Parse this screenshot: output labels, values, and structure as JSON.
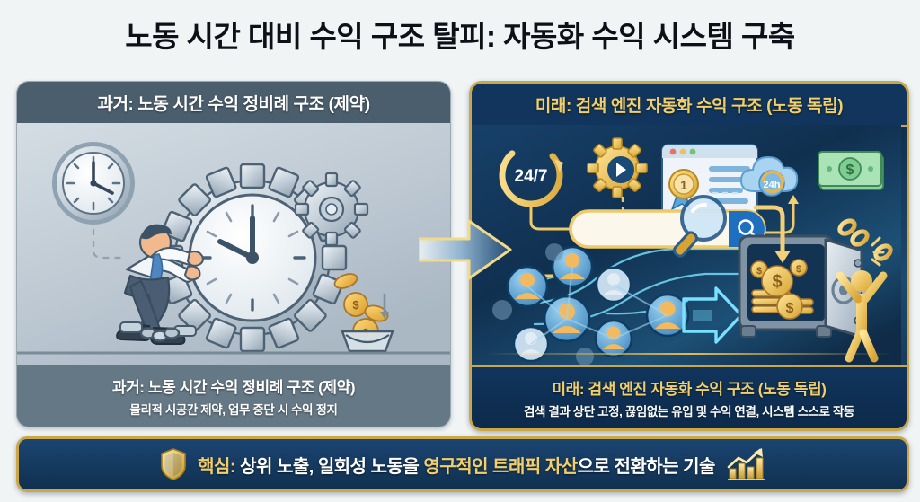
{
  "title": "노동 시간 대비 수익 구조 탈피: 자동화 수익 시스템 구축",
  "colors": {
    "background": "#f1f4f5",
    "past_panel_bg": "#bcc8d2",
    "past_header_bg": "#4b5e6d",
    "future_panel_bg": "#163b63",
    "future_header_bg": "#11355c",
    "gold_border": "#caa84a",
    "gold_text": "#f2cf6b",
    "banner_bg": "#1b4572"
  },
  "left_panel": {
    "header": "과거: 노동 시간 수익 정비례 구조 (제약)",
    "caption_title": "과거: 노동 시간 수익 정비례 구조 (제약)",
    "caption_sub": "물리적 시공간 제약, 업무 중단 시 수익 정지",
    "icons": [
      {
        "name": "wall-clock-icon",
        "label": "벽시계"
      },
      {
        "name": "worker-pushing-gear-icon",
        "label": "기어를 미는 노동자"
      },
      {
        "name": "chain-shackle-icon",
        "label": "족쇄와 사슬"
      },
      {
        "name": "gear-clock-icon",
        "label": "시계 톱니바퀴"
      },
      {
        "name": "small-gear-icon",
        "label": "작은 톱니바퀴"
      },
      {
        "name": "falling-coins-icon",
        "label": "떨어지는 동전"
      },
      {
        "name": "bucket-icon",
        "label": "양동이"
      }
    ]
  },
  "right_panel": {
    "header": "미래: 검색 엔진 자동화 수익 구조 (노동 독립)",
    "caption_title": "미래: 검색 엔진 자동화 수익 구조 (노동 독립)",
    "caption_sub": "검색 결과 상단 고정, 끊임없는 유입 및 수익 연결, 시스템 스스로 작동",
    "badges": {
      "always_on": "24/7",
      "cloud": "24h",
      "rank": "1"
    },
    "icons": [
      {
        "name": "always-on-loop-icon",
        "label": "24/7 순환 화살표"
      },
      {
        "name": "automation-gear-play-icon",
        "label": "재생 버튼 톱니바퀴"
      },
      {
        "name": "browser-window-icon",
        "label": "브라우저 창"
      },
      {
        "name": "rank-one-ribbon-icon",
        "label": "1위 리본 배지"
      },
      {
        "name": "cloud-24h-icon",
        "label": "24시간 클라우드"
      },
      {
        "name": "dollar-bill-icon",
        "label": "달러 지폐"
      },
      {
        "name": "search-bar-icon",
        "label": "검색창"
      },
      {
        "name": "magnifier-icon",
        "label": "돋보기"
      },
      {
        "name": "search-submit-icon",
        "label": "검색 버튼"
      },
      {
        "name": "user-network-icon",
        "label": "사용자 유입 네트워크"
      },
      {
        "name": "flow-arrow-icon",
        "label": "유입 화살표"
      },
      {
        "name": "safe-vault-icon",
        "label": "금고"
      },
      {
        "name": "gold-coins-icon",
        "label": "금화 더미"
      },
      {
        "name": "broken-chain-icon",
        "label": "끊어진 사슬"
      },
      {
        "name": "free-person-icon",
        "label": "자유로운 사람"
      }
    ]
  },
  "transition": {
    "name": "transition-arrow",
    "label": "과거에서 미래로 전환"
  },
  "banner": {
    "shield_icon": "shield-icon",
    "chart_icon": "growth-chart-icon",
    "part1": "핵심:",
    "part2": "상위 노출, 일회성 노동을",
    "part3": "영구적인 트래픽 자산",
    "part4": "으로 전환하는 기술"
  }
}
